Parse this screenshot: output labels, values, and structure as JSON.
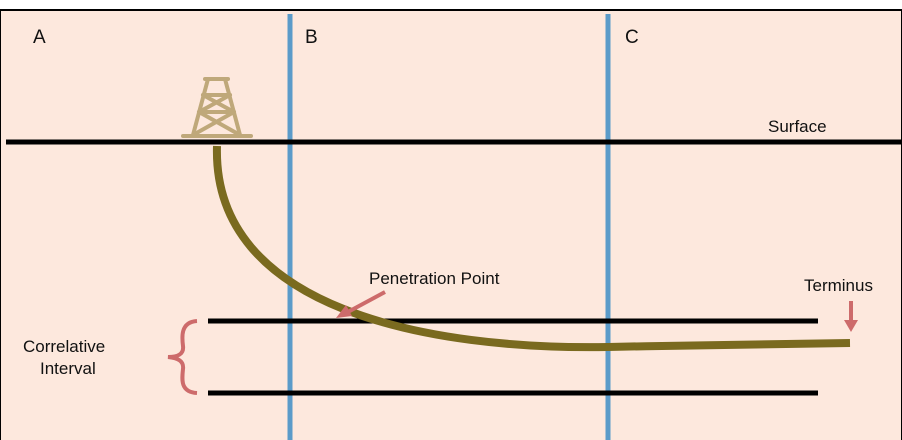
{
  "colors": {
    "background": "#fde8dd",
    "surface_line": "#000000",
    "boundary_lines": "#5b9bc9",
    "wellbore": "#7a6a1f",
    "derrick": "#bfa87a",
    "arrows": "#cd6b6b",
    "interval_lines": "#000000"
  },
  "tract_labels": [
    "A",
    "B",
    "C"
  ],
  "surface_label": "Surface",
  "penetration_label": "Penetration Point",
  "terminus_label": "Terminus",
  "correlative_label": {
    "line1": "Correlative",
    "line2": "Interval"
  },
  "icons": {
    "derrick": "drilling-rig-icon"
  }
}
